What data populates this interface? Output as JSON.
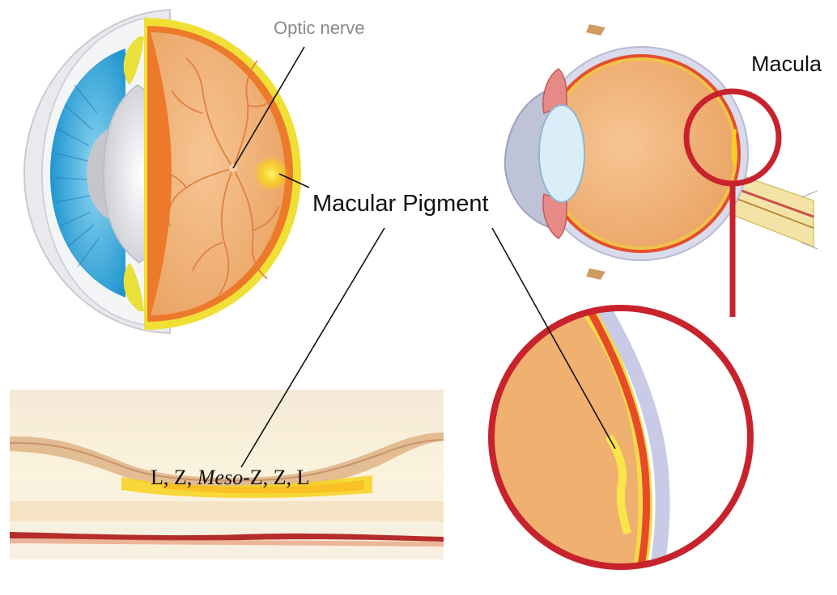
{
  "labels": {
    "optic_nerve": "Optic nerve",
    "macula": "Macula",
    "macular_pigment": "Macular Pigment",
    "composition": {
      "part1": "L, Z, ",
      "part2": "Meso",
      "part3": "-Z, Z, L"
    }
  },
  "colors": {
    "eyeball_fill": "#f2b67a",
    "iris_blue": "#3aaee0",
    "pigment_yellow": "#f7d21c",
    "retina_red": "#d8262a",
    "magnifier_red": "#c8222c",
    "sclera_lavender": "#c9cbe6",
    "oct_band_dark": "#b62c2a",
    "leader_line": "#111111"
  }
}
